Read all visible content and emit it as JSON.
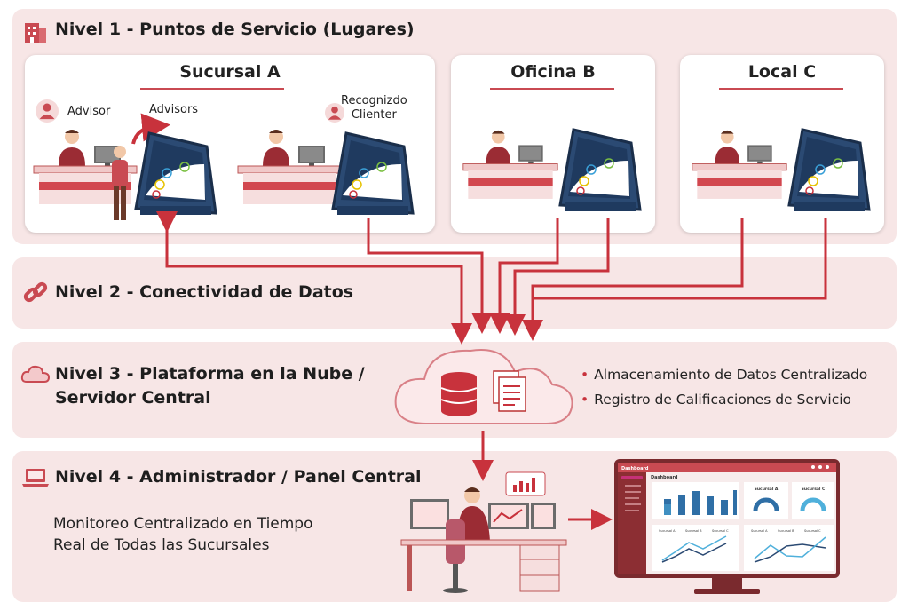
{
  "levels": {
    "l1": {
      "title": "Nivel 1 - Puntos de Servicio (Lugares)",
      "icon": "building-icon"
    },
    "l2": {
      "title": "Nivel 2 - Conectividad de Datos",
      "icon": "link-icon"
    },
    "l3": {
      "title_line1": "Nivel 3 - Plataforma en la Nube /",
      "title_line2": "Servidor Central",
      "icon": "cloud-icon",
      "bullets": [
        "Almacenamiento de Datos Centralizado",
        "Registro de Calificaciones de Servicio"
      ]
    },
    "l4": {
      "title": "Nivel 4 - Administrador / Panel Central",
      "icon": "laptop-icon",
      "desc_line1": "Monitoreo Centralizado en Tiempo",
      "desc_line2": "Real de Todas las Sucursales"
    }
  },
  "locations": [
    {
      "name": "Sucursal A",
      "labels": {
        "advisor": "Advisor",
        "advisors": "Advisors",
        "recognized_line1": "Recognizdo",
        "recognized_line2": "Clienter"
      }
    },
    {
      "name": "Oficina B"
    },
    {
      "name": "Local C"
    }
  ],
  "dashboard": {
    "app_name": "Dashboard",
    "heading": "Dashboard",
    "gauges": [
      "Sucursal A",
      "Sucursal C"
    ],
    "legend": [
      "Sucursal A",
      "Sucursal B",
      "Sucursal C"
    ]
  },
  "colors": {
    "accent": "#c8323c",
    "band": "#f7e6e6",
    "kiosk": "#1f3a5f"
  }
}
